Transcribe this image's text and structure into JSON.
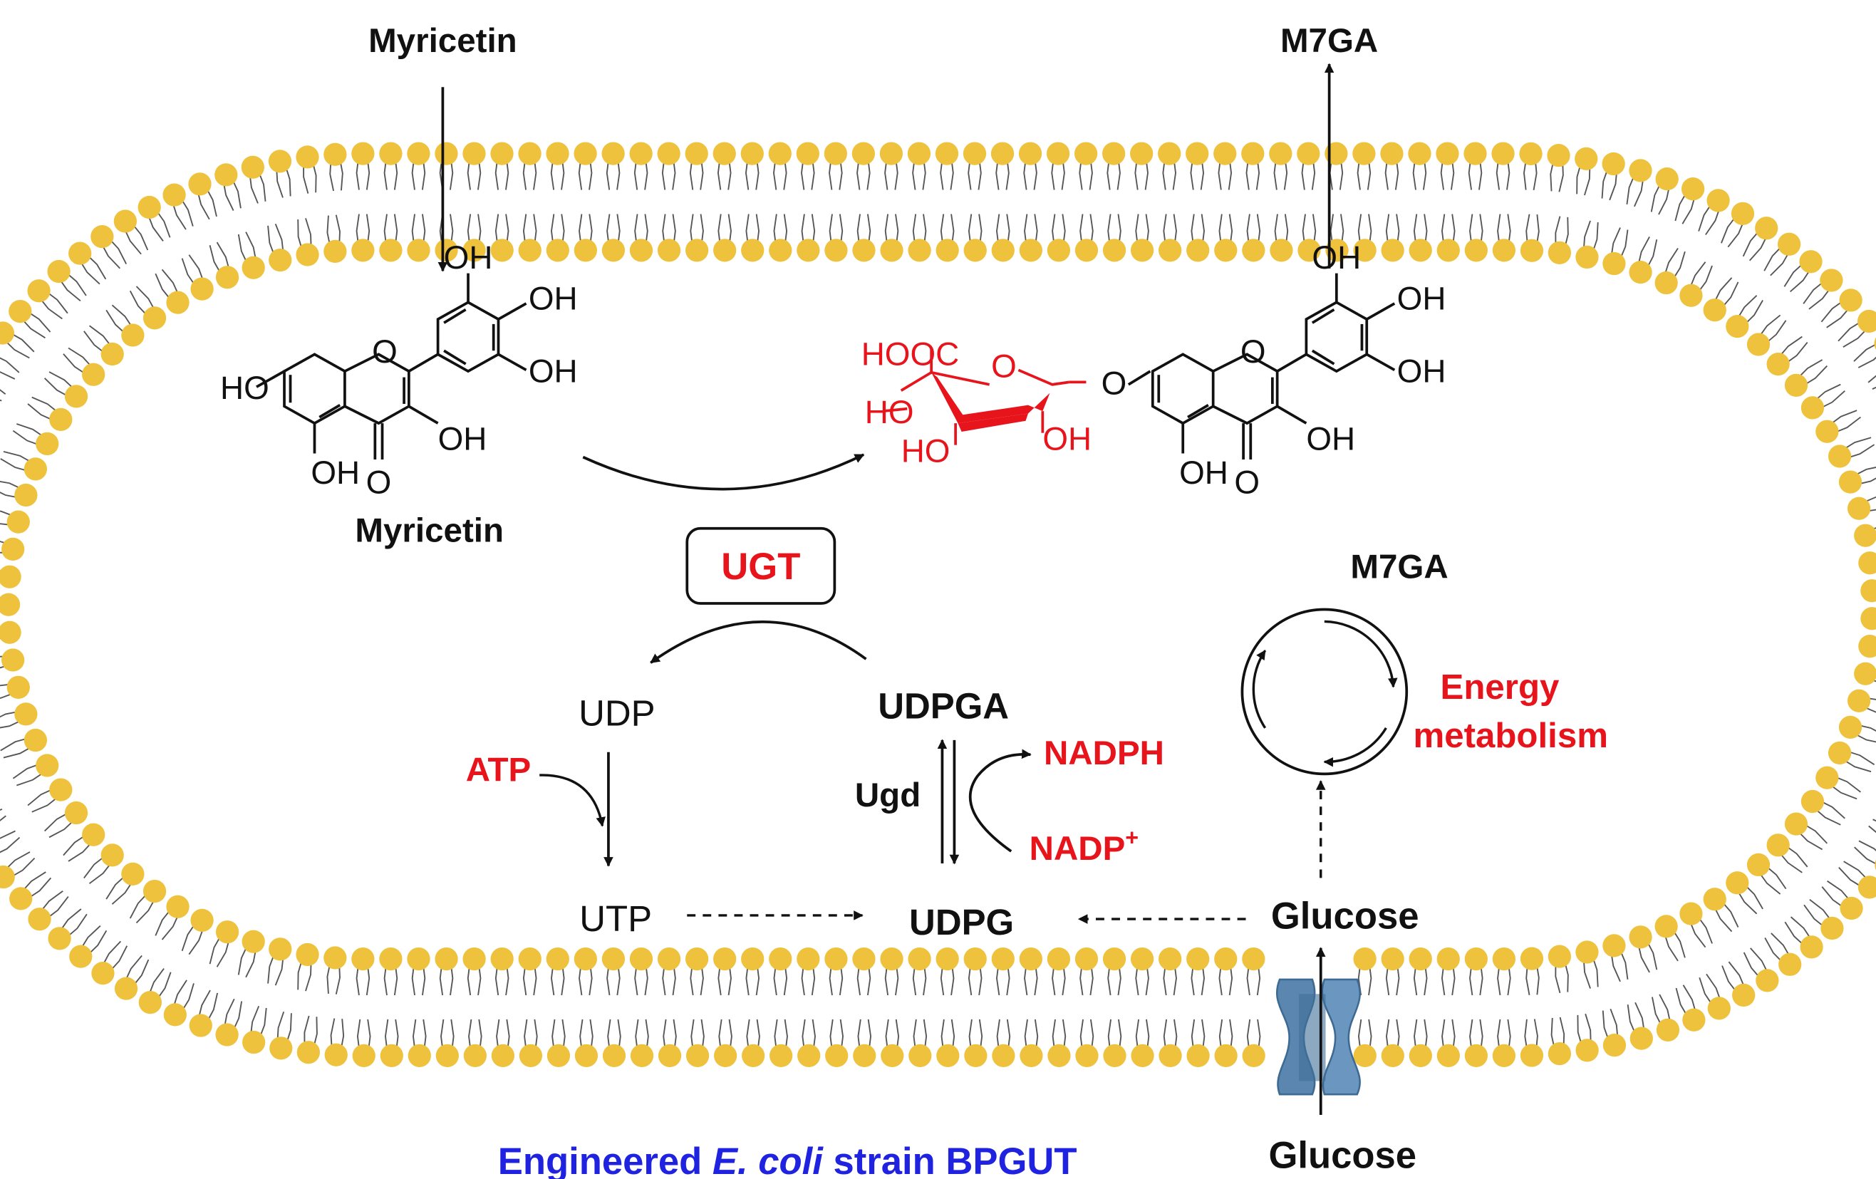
{
  "colors": {
    "text": "#111111",
    "red": "#e8141c",
    "blue": "#1f23e0",
    "lipid_head": "#eec23c",
    "lipid_tail": "#555555",
    "transporter": "#5a86b0"
  },
  "labels": {
    "myricetin_outside": "Myricetin",
    "m7ga_outside": "M7GA",
    "myricetin_inside": "Myricetin",
    "m7ga_inside": "M7GA",
    "ugt": "UGT",
    "udp": "UDP",
    "udpga": "UDPGA",
    "nadph": "NADPH",
    "atp": "ATP",
    "ugd": "Ugd",
    "nadp": "NADP",
    "nadp_sup": "+",
    "utp": "UTP",
    "udpg": "UDPG",
    "glucose_inside": "Glucose",
    "glucose_outside": "Glucose",
    "energy_line1": "Energy",
    "energy_line2": "metabolism",
    "strain_prefix": "Engineered ",
    "strain_italic": "E. coli",
    "strain_suffix": " strain BPGUT"
  },
  "atoms": {
    "oh": "OH",
    "ho": "HO",
    "o": "O",
    "hooc": "HOOC"
  },
  "icons": [
    "lipid-bilayer-membrane",
    "transporter-protein-icon",
    "energy-cycle-icon"
  ]
}
